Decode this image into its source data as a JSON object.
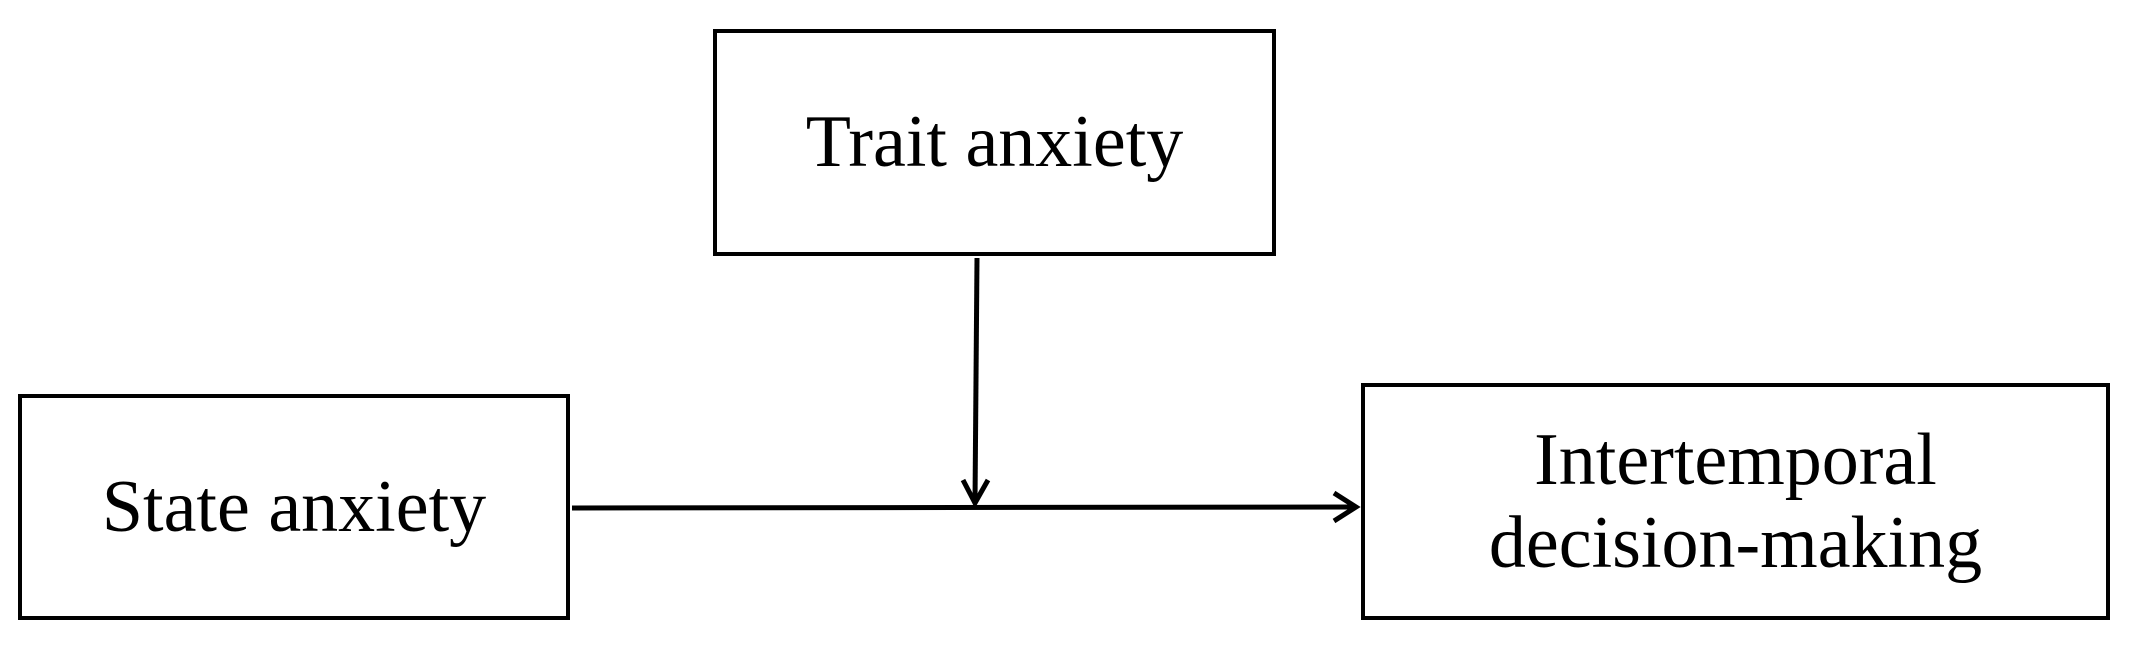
{
  "diagram": {
    "nodes": {
      "moderator": {
        "label": "Trait anxiety"
      },
      "predictor": {
        "label": "State anxiety"
      },
      "outcome": {
        "label": "Intertemporal\ndecision-making"
      }
    },
    "edges": [
      {
        "from": "predictor",
        "to": "outcome",
        "type": "direct-effect"
      },
      {
        "from": "moderator",
        "to": "predictor-outcome-path",
        "type": "moderation"
      }
    ],
    "colors": {
      "line": "#000000",
      "background": "#ffffff"
    }
  }
}
